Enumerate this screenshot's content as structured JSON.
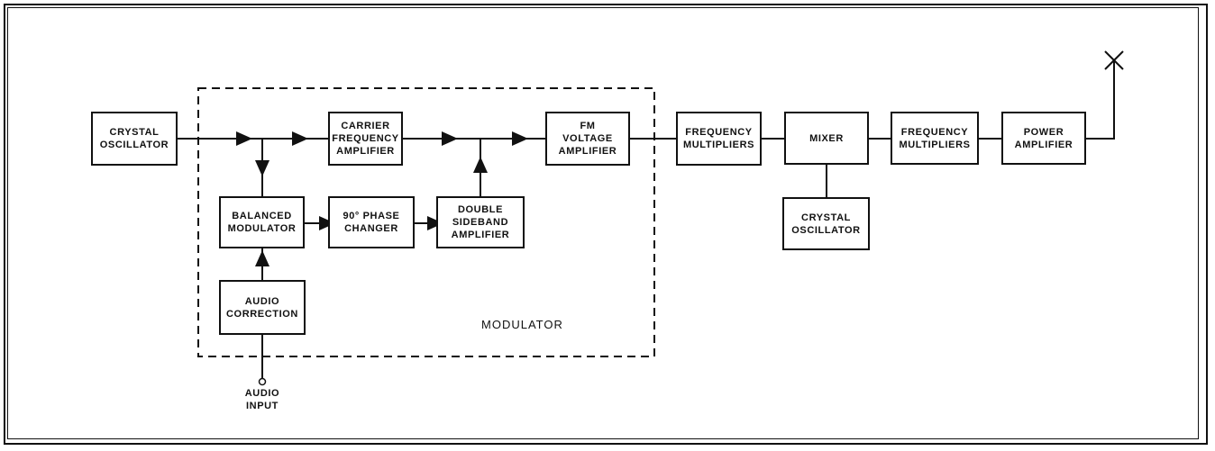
{
  "blocks": {
    "crystal_osc_1": [
      "CRYSTAL",
      "OSCILLATOR"
    ],
    "carrier_amp": [
      "CARRIER",
      "FREQUENCY",
      "AMPLIFIER"
    ],
    "fm_voltage_amp": [
      "FM",
      "VOLTAGE",
      "AMPLIFIER"
    ],
    "balanced_mod": [
      "BALANCED",
      "MODULATOR"
    ],
    "phase_changer": [
      "90° PHASE",
      "CHANGER"
    ],
    "double_sideband": [
      "DOUBLE",
      "SIDEBAND",
      "AMPLIFIER"
    ],
    "audio_correction": [
      "AUDIO",
      "CORRECTION"
    ],
    "freq_mult_1": [
      "FREQUENCY",
      "MULTIPLIERS"
    ],
    "mixer": [
      "MIXER"
    ],
    "crystal_osc_2": [
      "CRYSTAL",
      "OSCILLATOR"
    ],
    "freq_mult_2": [
      "FREQUENCY",
      "MULTIPLIERS"
    ],
    "power_amp": [
      "POWER",
      "AMPLIFIER"
    ]
  },
  "labels": {
    "modulator": "MODULATOR",
    "audio_input": [
      "AUDIO",
      "INPUT"
    ]
  },
  "colors": {
    "ink": "#111111",
    "background": "#ffffff"
  }
}
